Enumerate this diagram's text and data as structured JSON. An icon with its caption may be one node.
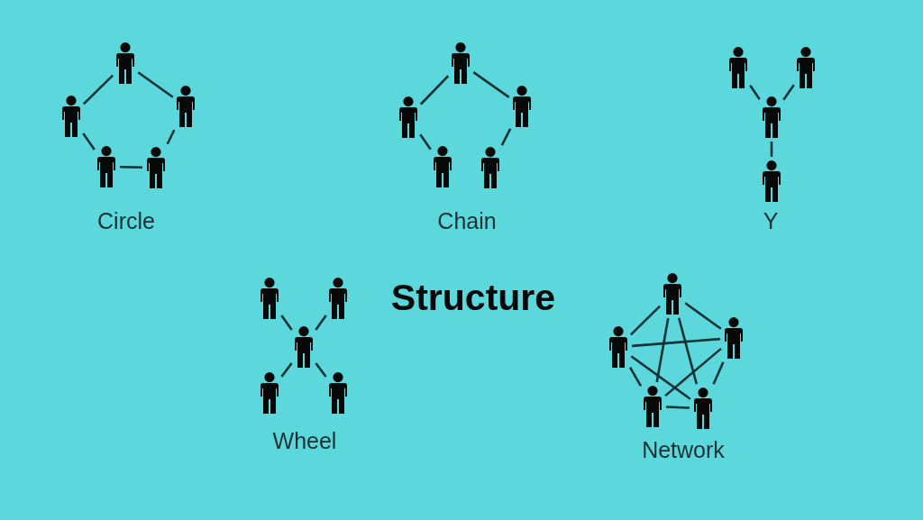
{
  "diagram": {
    "title": "Structure",
    "nodes": [
      {
        "text": [],
        "shape": "person"
      },
      {
        "text": [],
        "shape": "person"
      },
      {
        "text": [],
        "shape": "person"
      },
      {
        "text": [],
        "shape": "person"
      },
      {
        "text": [],
        "shape": "person"
      },
      {
        "text": [],
        "shape": "person"
      },
      {
        "text": [],
        "shape": "person"
      },
      {
        "text": [],
        "shape": "person"
      },
      {
        "text": [],
        "shape": "person"
      },
      {
        "text": [],
        "shape": "person"
      },
      {
        "text": [],
        "shape": "person"
      },
      {
        "text": [],
        "shape": "person"
      },
      {
        "text": [],
        "shape": "person"
      },
      {
        "text": [],
        "shape": "person"
      },
      {
        "text": [],
        "shape": "person"
      },
      {
        "text": [],
        "shape": "person"
      },
      {
        "text": [],
        "shape": "person"
      },
      {
        "text": [],
        "shape": "person"
      },
      {
        "text": [],
        "shape": "person"
      },
      {
        "text": [],
        "shape": "person"
      },
      {
        "text": [],
        "shape": "person"
      },
      {
        "text": [],
        "shape": "person"
      },
      {
        "text": [],
        "shape": "person"
      },
      {
        "text": [],
        "shape": "person"
      }
    ],
    "edges": [
      {
        "from": 0,
        "to": 1,
        "arrow": "none"
      },
      {
        "from": 0,
        "to": 2,
        "arrow": "none"
      },
      {
        "from": 1,
        "to": 3,
        "arrow": "none"
      },
      {
        "from": 3,
        "to": 4,
        "arrow": "none"
      },
      {
        "from": 2,
        "to": 4,
        "arrow": "none"
      },
      {
        "from": 5,
        "to": 6,
        "arrow": "none"
      },
      {
        "from": 5,
        "to": 7,
        "arrow": "none"
      },
      {
        "from": 6,
        "to": 8,
        "arrow": "none"
      },
      {
        "from": 7,
        "to": 9,
        "arrow": "none"
      },
      {
        "from": 10,
        "to": 12,
        "arrow": "none"
      },
      {
        "from": 11,
        "to": 12,
        "arrow": "none"
      },
      {
        "from": 12,
        "to": 13,
        "arrow": "none"
      },
      {
        "from": 14,
        "to": 16,
        "arrow": "none"
      },
      {
        "from": 15,
        "to": 16,
        "arrow": "none"
      },
      {
        "from": 16,
        "to": 17,
        "arrow": "none"
      },
      {
        "from": 16,
        "to": 18,
        "arrow": "none"
      },
      {
        "from": 19,
        "to": 20,
        "arrow": "none"
      },
      {
        "from": 19,
        "to": 21,
        "arrow": "none"
      },
      {
        "from": 20,
        "to": 22,
        "arrow": "none"
      },
      {
        "from": 22,
        "to": 23,
        "arrow": "none"
      },
      {
        "from": 21,
        "to": 23,
        "arrow": "none"
      },
      {
        "from": 19,
        "to": 22,
        "arrow": "none"
      },
      {
        "from": 19,
        "to": 23,
        "arrow": "none"
      },
      {
        "from": 20,
        "to": 21,
        "arrow": "none"
      },
      {
        "from": 20,
        "to": 23,
        "arrow": "none"
      },
      {
        "from": 21,
        "to": 22,
        "arrow": "none"
      }
    ],
    "labels": [
      "Circle",
      "Chain",
      "Y",
      "Wheel",
      "Network"
    ]
  }
}
